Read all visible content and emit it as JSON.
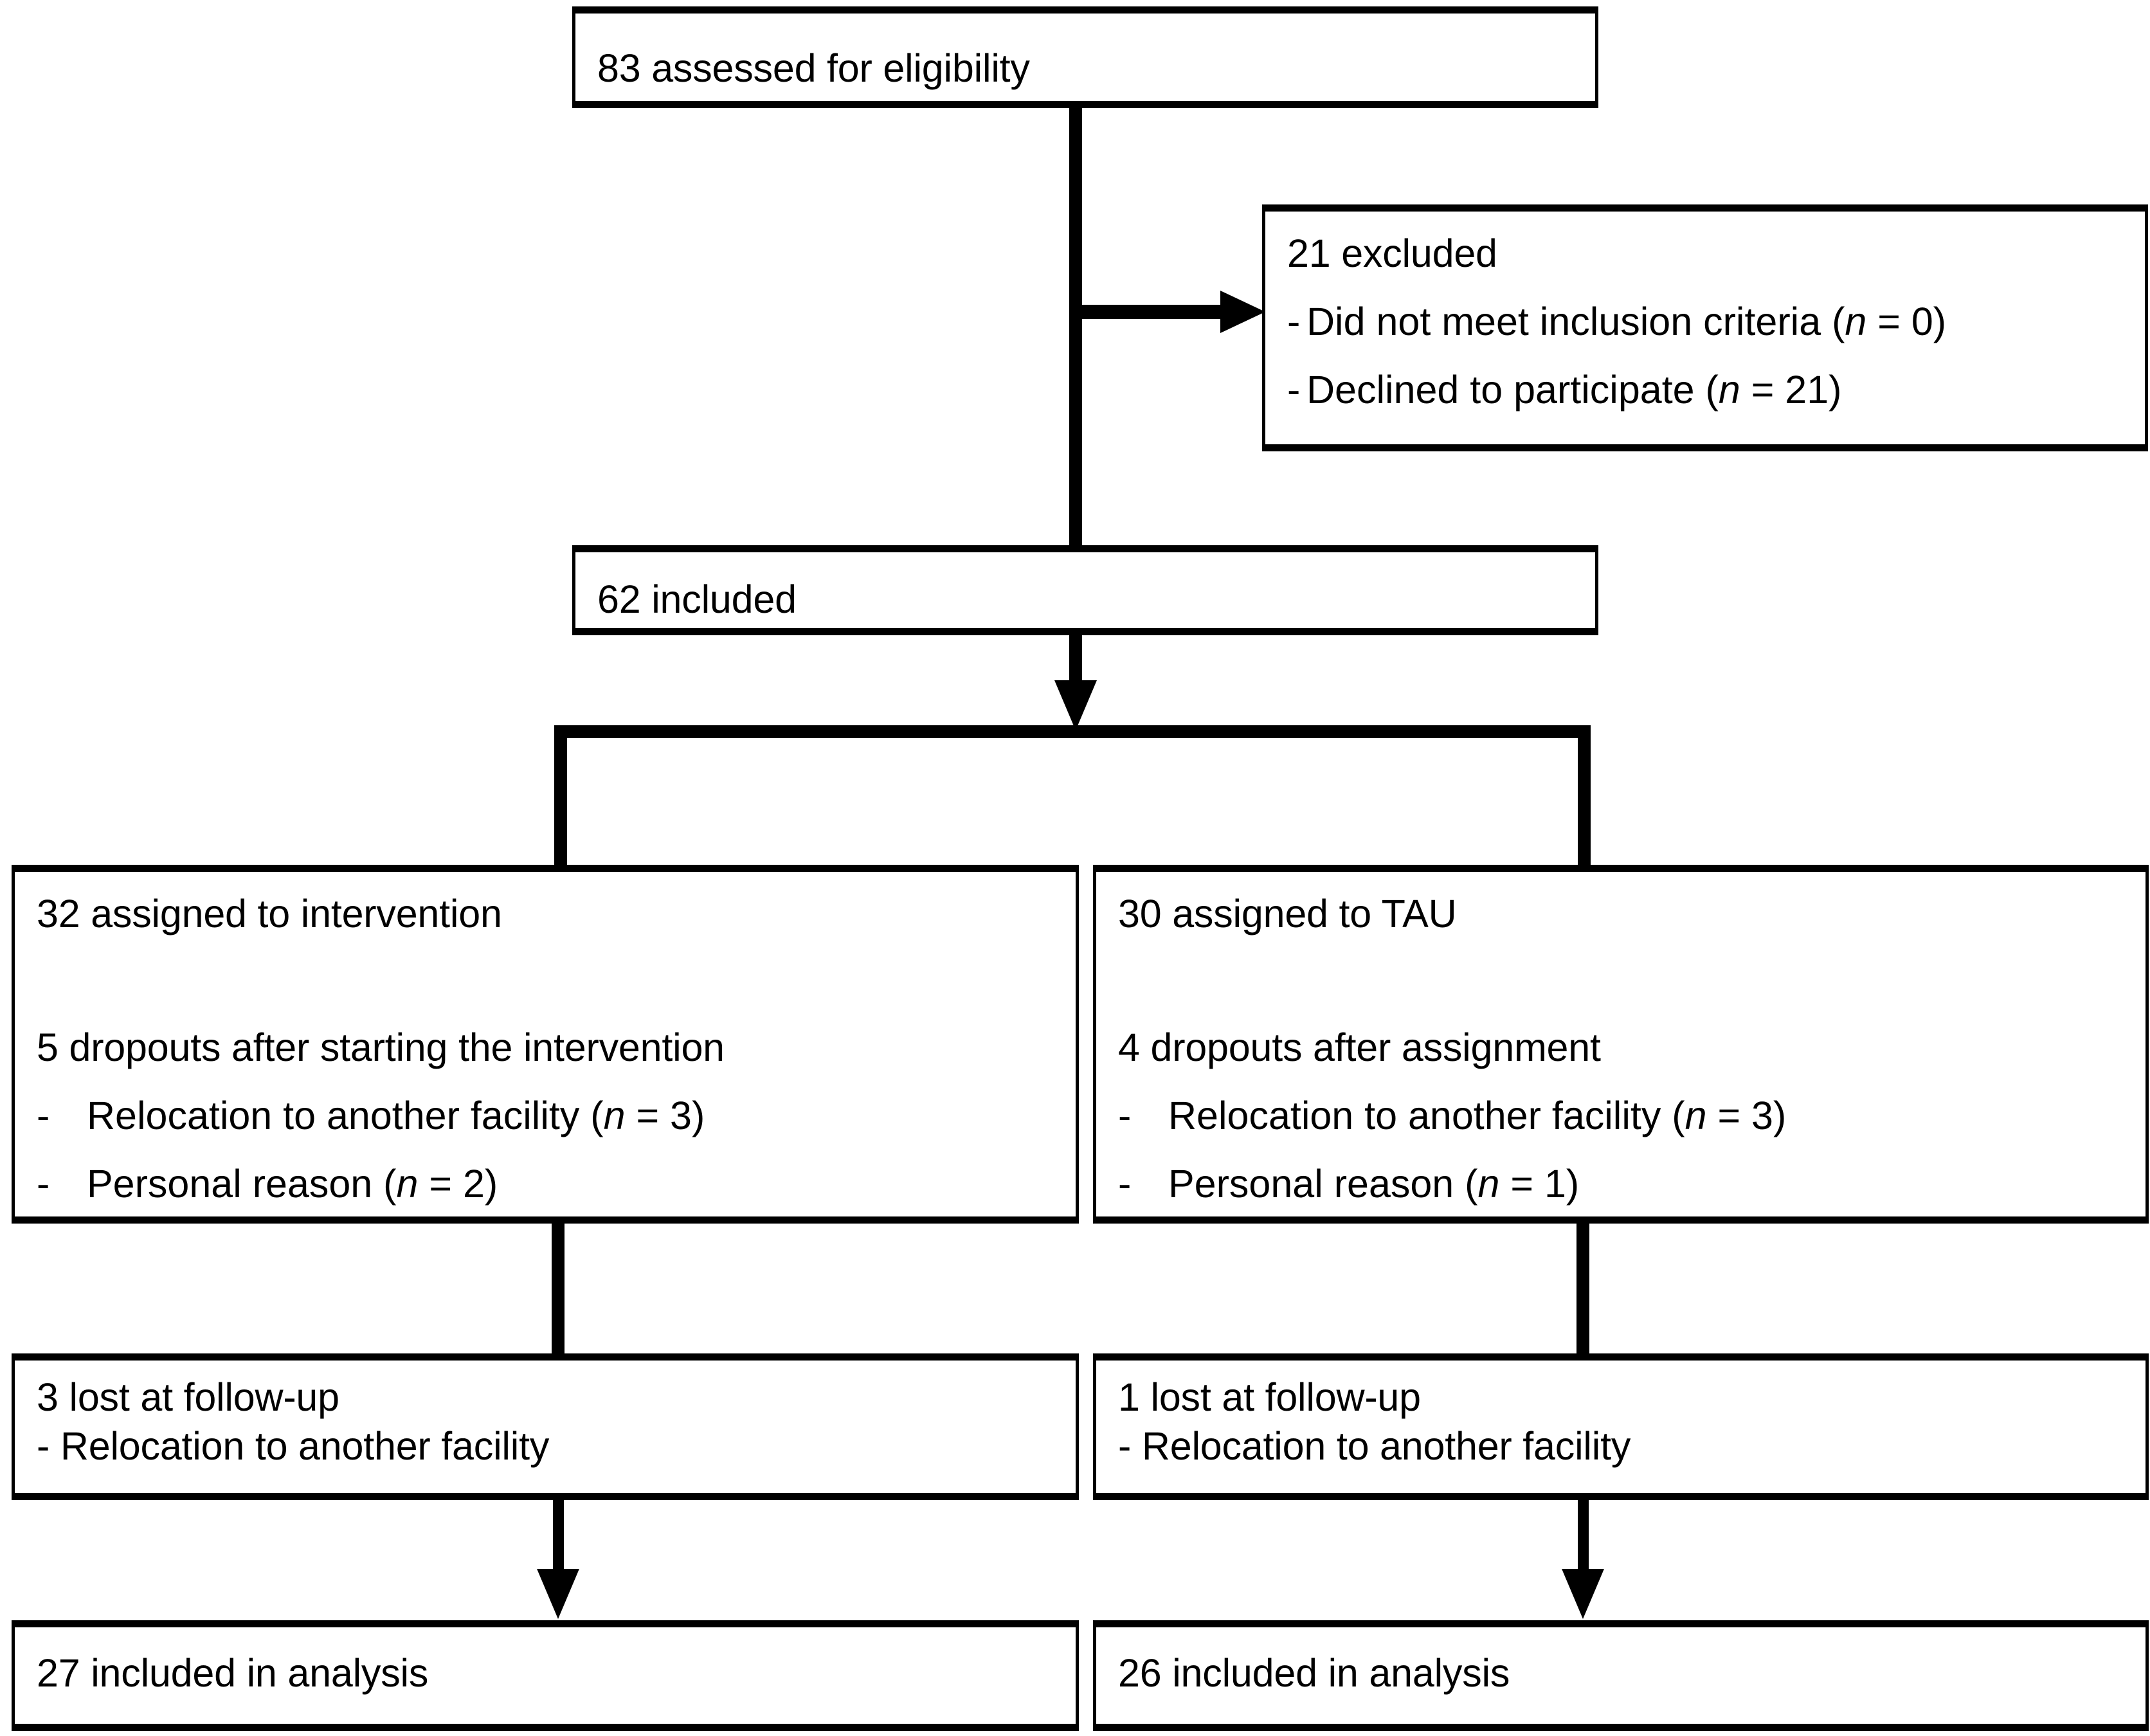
{
  "diagram": {
    "type": "consort-flow-diagram",
    "title": "CONSORT participant flow diagram"
  },
  "nodes": {
    "assessed": {
      "label": "83 assessed for eligibility",
      "count": 83
    },
    "excluded": {
      "heading": "21 excluded",
      "count": 21,
      "reasons": [
        {
          "dash": "-",
          "text": "Did not meet inclusion criteria (",
          "n_symbol": "n",
          "n_value": " = 0)"
        },
        {
          "dash": "-",
          "text": "Declined to participate (",
          "n_symbol": "n",
          "n_value": " = 21)"
        }
      ]
    },
    "included": {
      "label": "62 included",
      "count": 62
    },
    "intervention": {
      "heading": "32 assigned to intervention",
      "count": 32,
      "dropouts_heading": "5 dropouts after starting the intervention",
      "dropouts_count": 5,
      "reasons": [
        {
          "dash": "-",
          "text": "Relocation to another facility (",
          "n_symbol": "n",
          "n_value": " = 3)"
        },
        {
          "dash": "-",
          "text": "Personal reason (",
          "n_symbol": "n",
          "n_value": " = 2)"
        }
      ]
    },
    "tau": {
      "heading": "30 assigned to TAU",
      "count": 30,
      "dropouts_heading": "4 dropouts after assignment",
      "dropouts_count": 4,
      "reasons": [
        {
          "dash": "-",
          "text": "Relocation to another facility (",
          "n_symbol": "n",
          "n_value": " = 3)"
        },
        {
          "dash": "-",
          "text": "Personal reason (",
          "n_symbol": "n",
          "n_value": " = 1)"
        }
      ]
    },
    "lost_left": {
      "heading": "3 lost at follow-up",
      "count": 3,
      "reason": "- Relocation to another facility"
    },
    "lost_right": {
      "heading": "1 lost at follow-up",
      "count": 1,
      "reason": "- Relocation to another facility"
    },
    "analysis_left": {
      "label": "27 included in analysis",
      "count": 27
    },
    "analysis_right": {
      "label": "26 included in analysis",
      "count": 26
    }
  },
  "colors": {
    "stroke": "#000000",
    "fill": "#ffffff",
    "text": "#000000"
  }
}
